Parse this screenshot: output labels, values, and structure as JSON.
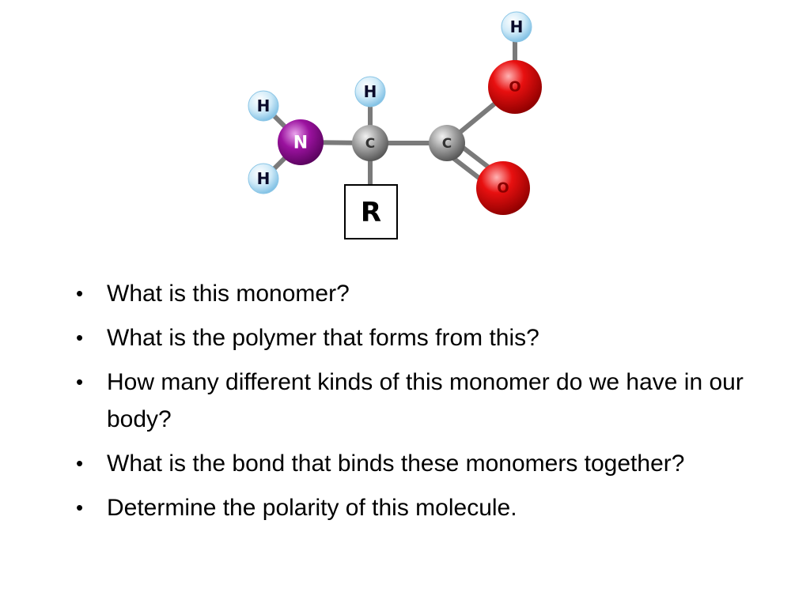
{
  "molecule": {
    "atoms": {
      "h_top": "H",
      "h_alpha": "H",
      "h_amine_upper": "H",
      "h_amine_lower": "H",
      "nitrogen": "N",
      "carbon_alpha": "C",
      "carbon_carboxyl": "C",
      "oxygen_hydroxyl": "O",
      "oxygen_carbonyl": "O"
    },
    "side_chain": "R",
    "colors": {
      "hydrogen": "#bfe3f5",
      "nitrogen": "#8a0c8f",
      "carbon": "#9a9a9a",
      "oxygen": "#e00b0b",
      "bond": "#777777"
    }
  },
  "questions": [
    "What is this monomer?",
    "What is the polymer that forms from this?",
    "How many different kinds of this monomer do we have in our body?",
    "What is the bond that binds these monomers together?",
    "Determine the polarity of this molecule."
  ]
}
